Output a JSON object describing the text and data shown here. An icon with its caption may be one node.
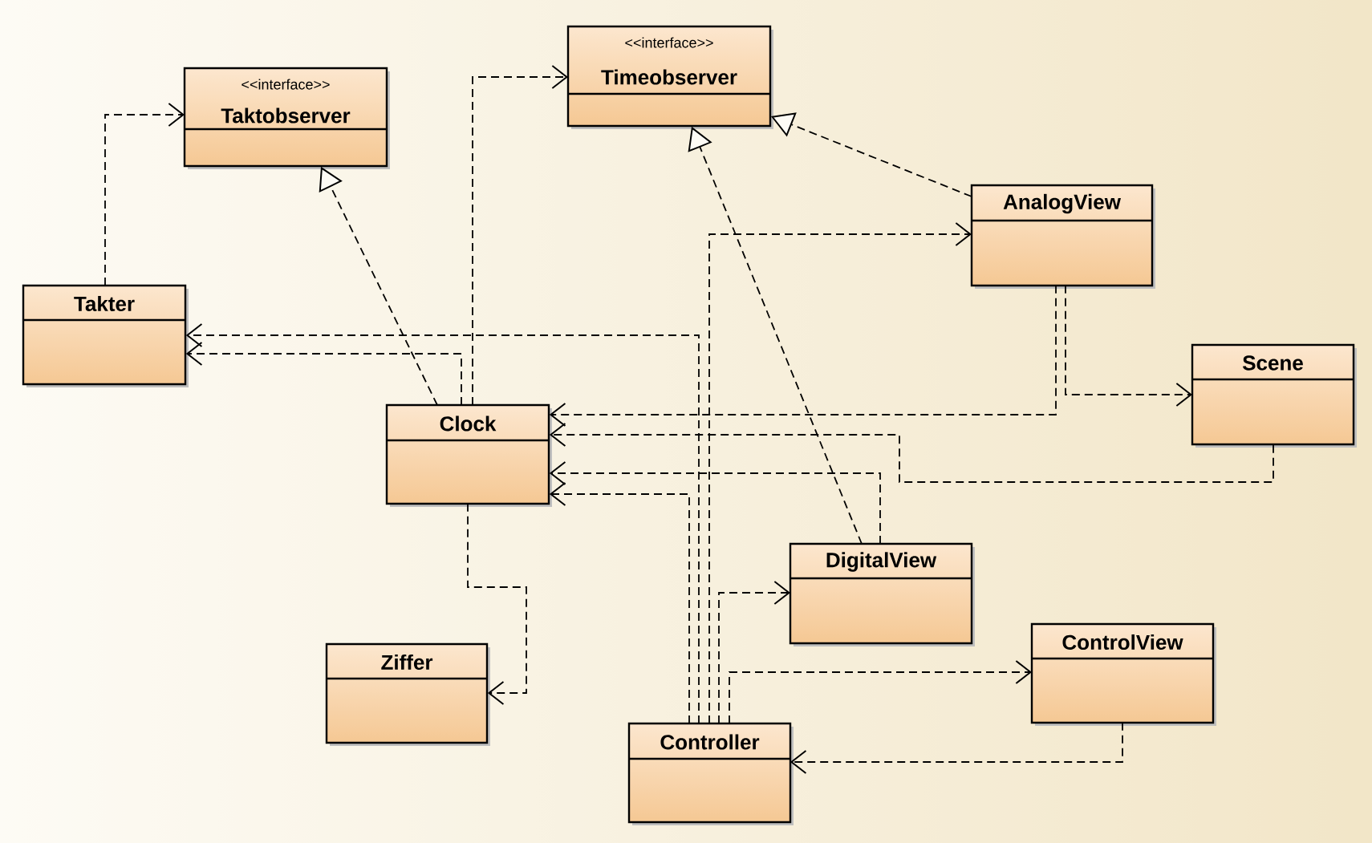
{
  "diagram": {
    "nodes": [
      {
        "text": [
          "<<interface>>",
          "Taktobserver"
        ]
      },
      {
        "text": [
          "<<interface>>",
          "Timeobserver"
        ]
      },
      {
        "text": [
          "Takter"
        ]
      },
      {
        "text": [
          "Clock"
        ]
      },
      {
        "text": [
          "AnalogView"
        ]
      },
      {
        "text": [
          "Scene"
        ]
      },
      {
        "text": [
          "DigitalView"
        ]
      },
      {
        "text": [
          "Ziffer"
        ]
      },
      {
        "text": [
          "ControlView"
        ]
      },
      {
        "text": [
          "Controller"
        ]
      }
    ],
    "edges": [
      {
        "from": 2,
        "to": 0,
        "arrow": "to",
        "style": "dashed"
      },
      {
        "from": 3,
        "to": 0,
        "arrow": "to",
        "style": "dashed"
      },
      {
        "from": 3,
        "to": 1,
        "arrow": "to",
        "style": "dashed"
      },
      {
        "from": 4,
        "to": 1,
        "arrow": "to",
        "style": "dashed"
      },
      {
        "from": 6,
        "to": 1,
        "arrow": "to",
        "style": "dashed"
      },
      {
        "from": 9,
        "to": 4,
        "arrow": "to",
        "style": "dashed"
      },
      {
        "from": 9,
        "to": 2,
        "arrow": "to",
        "style": "dashed"
      },
      {
        "from": 3,
        "to": 2,
        "arrow": "to",
        "style": "dashed"
      },
      {
        "from": 4,
        "to": 3,
        "arrow": "to",
        "style": "dashed"
      },
      {
        "from": 4,
        "to": 5,
        "arrow": "to",
        "style": "dashed"
      },
      {
        "from": 5,
        "to": 3,
        "arrow": "to",
        "style": "dashed"
      },
      {
        "from": 6,
        "to": 3,
        "arrow": "to",
        "style": "dashed"
      },
      {
        "from": 9,
        "to": 3,
        "arrow": "to",
        "style": "dashed"
      },
      {
        "from": 9,
        "to": 6,
        "arrow": "to",
        "style": "dashed"
      },
      {
        "from": 9,
        "to": 8,
        "arrow": "to",
        "style": "dashed"
      },
      {
        "from": 3,
        "to": 7,
        "arrow": "to",
        "style": "dashed"
      },
      {
        "from": 8,
        "to": 9,
        "arrow": "to",
        "style": "dashed"
      }
    ]
  }
}
